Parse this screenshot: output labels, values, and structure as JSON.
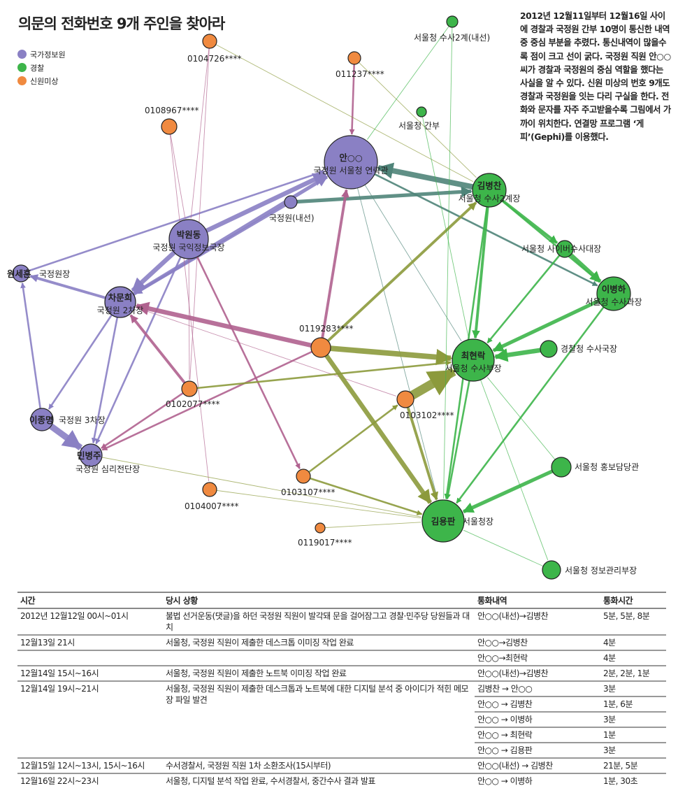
{
  "title": "의문의 전화번호 9개 주인을 찾아라",
  "legend": [
    {
      "label": "국가정보원",
      "color": "#8a80c4"
    },
    {
      "label": "경찰",
      "color": "#3db54a"
    },
    {
      "label": "신원미상",
      "color": "#f08a40"
    }
  ],
  "description": "2012년 12월11일부터 12월16일 사이에 경찰과 국정원 간부 10명이 통신한 내역 중 중심 부분을 추렸다. 통신내역이 많을수록 점이 크고 선이 굵다. 국정원 직원 안○○씨가 경찰과 국정원의 중심 역할을 했다는 사실을 알 수 있다. 신원 미상의 번호 9개도 경찰과 국정원을 잇는 다리 구실을 한다. 전화와 문자를 자주 주고받을수록 그림에서 가까이 위치한다. 연결망 프로그램 ‘게피’(Gephi)를 이용했다.",
  "network": {
    "nodes": [
      {
        "id": "ahn",
        "group": 0,
        "name": "안○○",
        "role": "국정원 서울청 연락관"
      },
      {
        "id": "naeseon",
        "group": 0,
        "name": "",
        "role": "국정원(내선)"
      },
      {
        "id": "park",
        "group": 0,
        "name": "박원동",
        "role": "국정원 국익정보국장"
      },
      {
        "id": "won",
        "group": 0,
        "name": "원세훈",
        "role": "국정원장"
      },
      {
        "id": "cha",
        "group": 0,
        "name": "차문희",
        "role": "국정원 2차장"
      },
      {
        "id": "leejm",
        "group": 0,
        "name": "이종명",
        "role": "국정원 3차장"
      },
      {
        "id": "min",
        "group": 0,
        "name": "민병주",
        "role": "국정원 심리전단장"
      },
      {
        "id": "kimbc",
        "group": 1,
        "name": "김병찬",
        "role": "서울청 수사2계장"
      },
      {
        "id": "cyber",
        "group": 1,
        "name": "",
        "role": "서울청 사이버수사대장"
      },
      {
        "id": "leebh",
        "group": 1,
        "name": "이병하",
        "role": "서울청 수사과장"
      },
      {
        "id": "choi",
        "group": 1,
        "name": "최현락",
        "role": "서울청 수사부장"
      },
      {
        "id": "npa",
        "group": 1,
        "name": "",
        "role": "경찰청 수사국장"
      },
      {
        "id": "pr",
        "group": 1,
        "name": "",
        "role": "서울청 홍보담당관"
      },
      {
        "id": "kimyp",
        "group": 1,
        "name": "김용판",
        "role": "서울청장"
      },
      {
        "id": "info",
        "group": 1,
        "name": "",
        "role": "서울청 정보관리부장"
      },
      {
        "id": "s2ext",
        "group": 1,
        "name": "",
        "role": "서울청 수사2계(내선)"
      },
      {
        "id": "cadre",
        "group": 1,
        "name": "",
        "role": "서울청 간부"
      },
      {
        "id": "u1",
        "group": 2,
        "name": "",
        "role": "0104726****"
      },
      {
        "id": "u2",
        "group": 2,
        "name": "",
        "role": "011237****"
      },
      {
        "id": "u3",
        "group": 2,
        "name": "",
        "role": "0108967****"
      },
      {
        "id": "u4",
        "group": 2,
        "name": "",
        "role": "0119283****"
      },
      {
        "id": "u5",
        "group": 2,
        "name": "",
        "role": "0102077****"
      },
      {
        "id": "u6",
        "group": 2,
        "name": "",
        "role": "0103102****"
      },
      {
        "id": "u7",
        "group": 2,
        "name": "",
        "role": "0104007****"
      },
      {
        "id": "u8",
        "group": 2,
        "name": "",
        "role": "0103107****"
      },
      {
        "id": "u9",
        "group": 2,
        "name": "",
        "role": "0119017****"
      }
    ],
    "edges": [
      [
        "kimbc",
        "ahn",
        6,
        "teal"
      ],
      [
        "naeseon",
        "kimbc",
        4,
        "teal"
      ],
      [
        "ahn",
        "leebh",
        2,
        "teal"
      ],
      [
        "ahn",
        "choi",
        1,
        "teal"
      ],
      [
        "ahn",
        "kimyp",
        1,
        "teal"
      ],
      [
        "park",
        "ahn",
        5,
        "purple"
      ],
      [
        "cha",
        "ahn",
        4,
        "purple"
      ],
      [
        "naeseon",
        "cha",
        3,
        "purple"
      ],
      [
        "park",
        "cha",
        5,
        "purple"
      ],
      [
        "won",
        "ahn",
        2,
        "purple"
      ],
      [
        "cha",
        "won",
        3,
        "purple"
      ],
      [
        "leejm",
        "won",
        2,
        "purple"
      ],
      [
        "leejm",
        "min",
        7,
        "purple"
      ],
      [
        "cha",
        "min",
        2,
        "purple"
      ],
      [
        "park",
        "min",
        2,
        "purple"
      ],
      [
        "cha",
        "leejm",
        2,
        "purple"
      ],
      [
        "u4",
        "cha",
        5,
        "pink"
      ],
      [
        "u4",
        "min",
        2,
        "pink"
      ],
      [
        "u5",
        "cha",
        3,
        "pink"
      ],
      [
        "u4",
        "ahn",
        3,
        "pink"
      ],
      [
        "u5",
        "min",
        2,
        "pink"
      ],
      [
        "u1",
        "park",
        1,
        "pink"
      ],
      [
        "u3",
        "park",
        1,
        "pink"
      ],
      [
        "u2",
        "ahn",
        2,
        "pink"
      ],
      [
        "park",
        "u8",
        2,
        "pink"
      ],
      [
        "park",
        "u5",
        1,
        "pink"
      ],
      [
        "u3",
        "u7",
        1,
        "pink"
      ],
      [
        "u1",
        "u5",
        1,
        "pink"
      ],
      [
        "cha",
        "u6",
        1,
        "pink"
      ],
      [
        "u4",
        "choi",
        6,
        "olive"
      ],
      [
        "u4",
        "kimyp",
        5,
        "olive"
      ],
      [
        "u6",
        "choi",
        10,
        "olive"
      ],
      [
        "u6",
        "kimyp",
        3,
        "olive"
      ],
      [
        "u4",
        "kimbc",
        3,
        "olive"
      ],
      [
        "u5",
        "choi",
        2,
        "olive"
      ],
      [
        "u8",
        "kimyp",
        2,
        "olive"
      ],
      [
        "u8",
        "u6",
        2,
        "olive"
      ],
      [
        "u9",
        "kimyp",
        1,
        "olive"
      ],
      [
        "u7",
        "kimyp",
        1,
        "olive"
      ],
      [
        "u1",
        "kimbc",
        1,
        "olive"
      ],
      [
        "u2",
        "kimbc",
        1,
        "olive"
      ],
      [
        "min",
        "kimyp",
        1,
        "olive"
      ],
      [
        "kimbc",
        "choi",
        3,
        "green"
      ],
      [
        "kimbc",
        "cyber",
        3,
        "green"
      ],
      [
        "cyber",
        "leebh",
        4,
        "green"
      ],
      [
        "leebh",
        "choi",
        4,
        "green"
      ],
      [
        "npa",
        "choi",
        5,
        "green"
      ],
      [
        "pr",
        "kimyp",
        4,
        "green"
      ],
      [
        "choi",
        "kimyp",
        2,
        "green"
      ],
      [
        "leebh",
        "kimyp",
        2,
        "green"
      ],
      [
        "cyber",
        "choi",
        2,
        "green"
      ],
      [
        "kimbc",
        "kimyp",
        2,
        "green"
      ],
      [
        "info",
        "kimyp",
        1,
        "green"
      ],
      [
        "s2ext",
        "ahn",
        1,
        "green"
      ],
      [
        "cadre",
        "choi",
        1,
        "green"
      ],
      [
        "kimbc",
        "leebh",
        2,
        "green"
      ],
      [
        "choi",
        "info",
        1,
        "green"
      ],
      [
        "s2ext",
        "kimyp",
        1,
        "green"
      ],
      [
        "pr",
        "choi",
        1,
        "green"
      ]
    ],
    "edge_colors": {
      "teal": "#4f8479",
      "purple": "#8a80c4",
      "pink": "#b0628f",
      "olive": "#8c9a3c",
      "green": "#3db54a"
    }
  },
  "table": {
    "headers": [
      "시간",
      "당시 상황",
      "통화내역",
      "통화시간"
    ],
    "groups": [
      {
        "time": "2012년 12월12일 00시~01시",
        "situation": "불법 선거운동(댓글)을 하던 국정원 직원이 발각돼 문을 걸어잠그고 경찰·민주당 당원들과 대치",
        "calls": [
          [
            "안○○(내선)→김병찬",
            "5분, 5분, 8분"
          ]
        ]
      },
      {
        "time": "12월13일 21시",
        "situation": "서울청, 국정원 직원이 제출한 데스크톱 이미징 작업 완료",
        "calls": [
          [
            "안○○→김병찬",
            "4분"
          ],
          [
            "안○○→최현락",
            "4분"
          ]
        ]
      },
      {
        "time": "12월14일 15시~16시",
        "situation": "서울청, 국정원 직원이 제출한 노트북 이미징 작업 완료",
        "calls": [
          [
            "안○○(내선)→김병찬",
            "2분, 2분, 1분"
          ]
        ]
      },
      {
        "time": "12월14일 19시~21시",
        "situation": "서울청, 국정원 직원이 제출한 데스크톱과 노트북에 대한 디지털 분석 중 아이디가 적힌 메모장 파일 발견",
        "calls": [
          [
            "김병찬 → 안○○",
            "3분"
          ],
          [
            "안○○ → 김병찬",
            "1분, 6분"
          ],
          [
            "안○○ → 이병하",
            "3분"
          ],
          [
            "안○○ → 최현락",
            "1분"
          ],
          [
            "안○○ → 김용판",
            "3분"
          ]
        ]
      },
      {
        "time": "12월15일 12시~13시, 15시~16시",
        "situation": "수서경찰서, 국정원 직원 1차 소환조사(15시부터)",
        "calls": [
          [
            "안○○(내선) → 김병찬",
            "21분, 5분"
          ]
        ]
      },
      {
        "time": "12월16일 22시~23시",
        "situation": "서울청, 디지털 분석 작업 완료, 수서경찰서, 중간수사 결과 발표",
        "calls": [
          [
            "안○○ → 이병하",
            "1분, 30초"
          ]
        ]
      }
    ]
  }
}
